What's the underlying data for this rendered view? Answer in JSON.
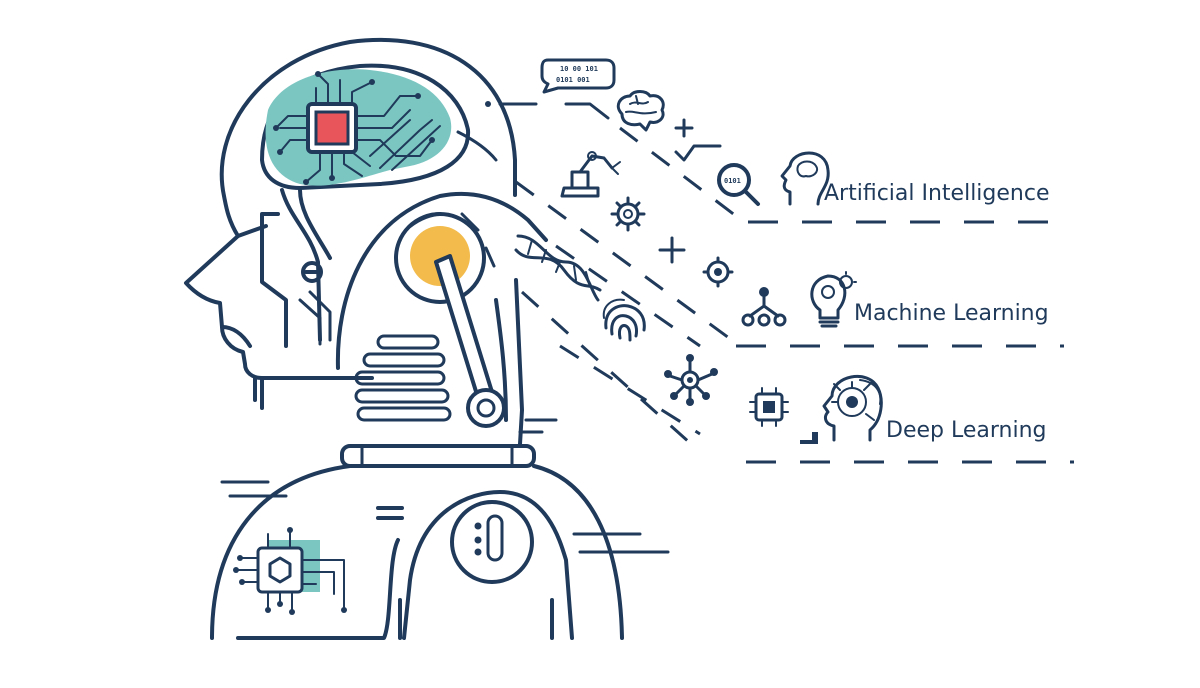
{
  "labels": {
    "ai": "Artificial Intelligence",
    "ml": "Machine Learning",
    "dl": "Deep Learning"
  },
  "speech_bubble": {
    "line1": "10 00 101",
    "line2": "0101 001"
  },
  "colors": {
    "outline": "#1f3a5a",
    "teal": "#7cc6c2",
    "red": "#e8555a",
    "yellow": "#f2bb4c",
    "background": "#ffffff"
  },
  "icons": [
    "speech-bubble-icon",
    "brain-icon",
    "plus-icon",
    "checkmark-icon",
    "magnifier-icon",
    "head-brain-icon",
    "robot-arm-icon",
    "gear-icon",
    "dna-icon",
    "cog-icon",
    "network-icon",
    "lightbulb-gear-icon",
    "fingerprint-icon",
    "hub-icon",
    "chip-icon",
    "ai-head-icon"
  ]
}
